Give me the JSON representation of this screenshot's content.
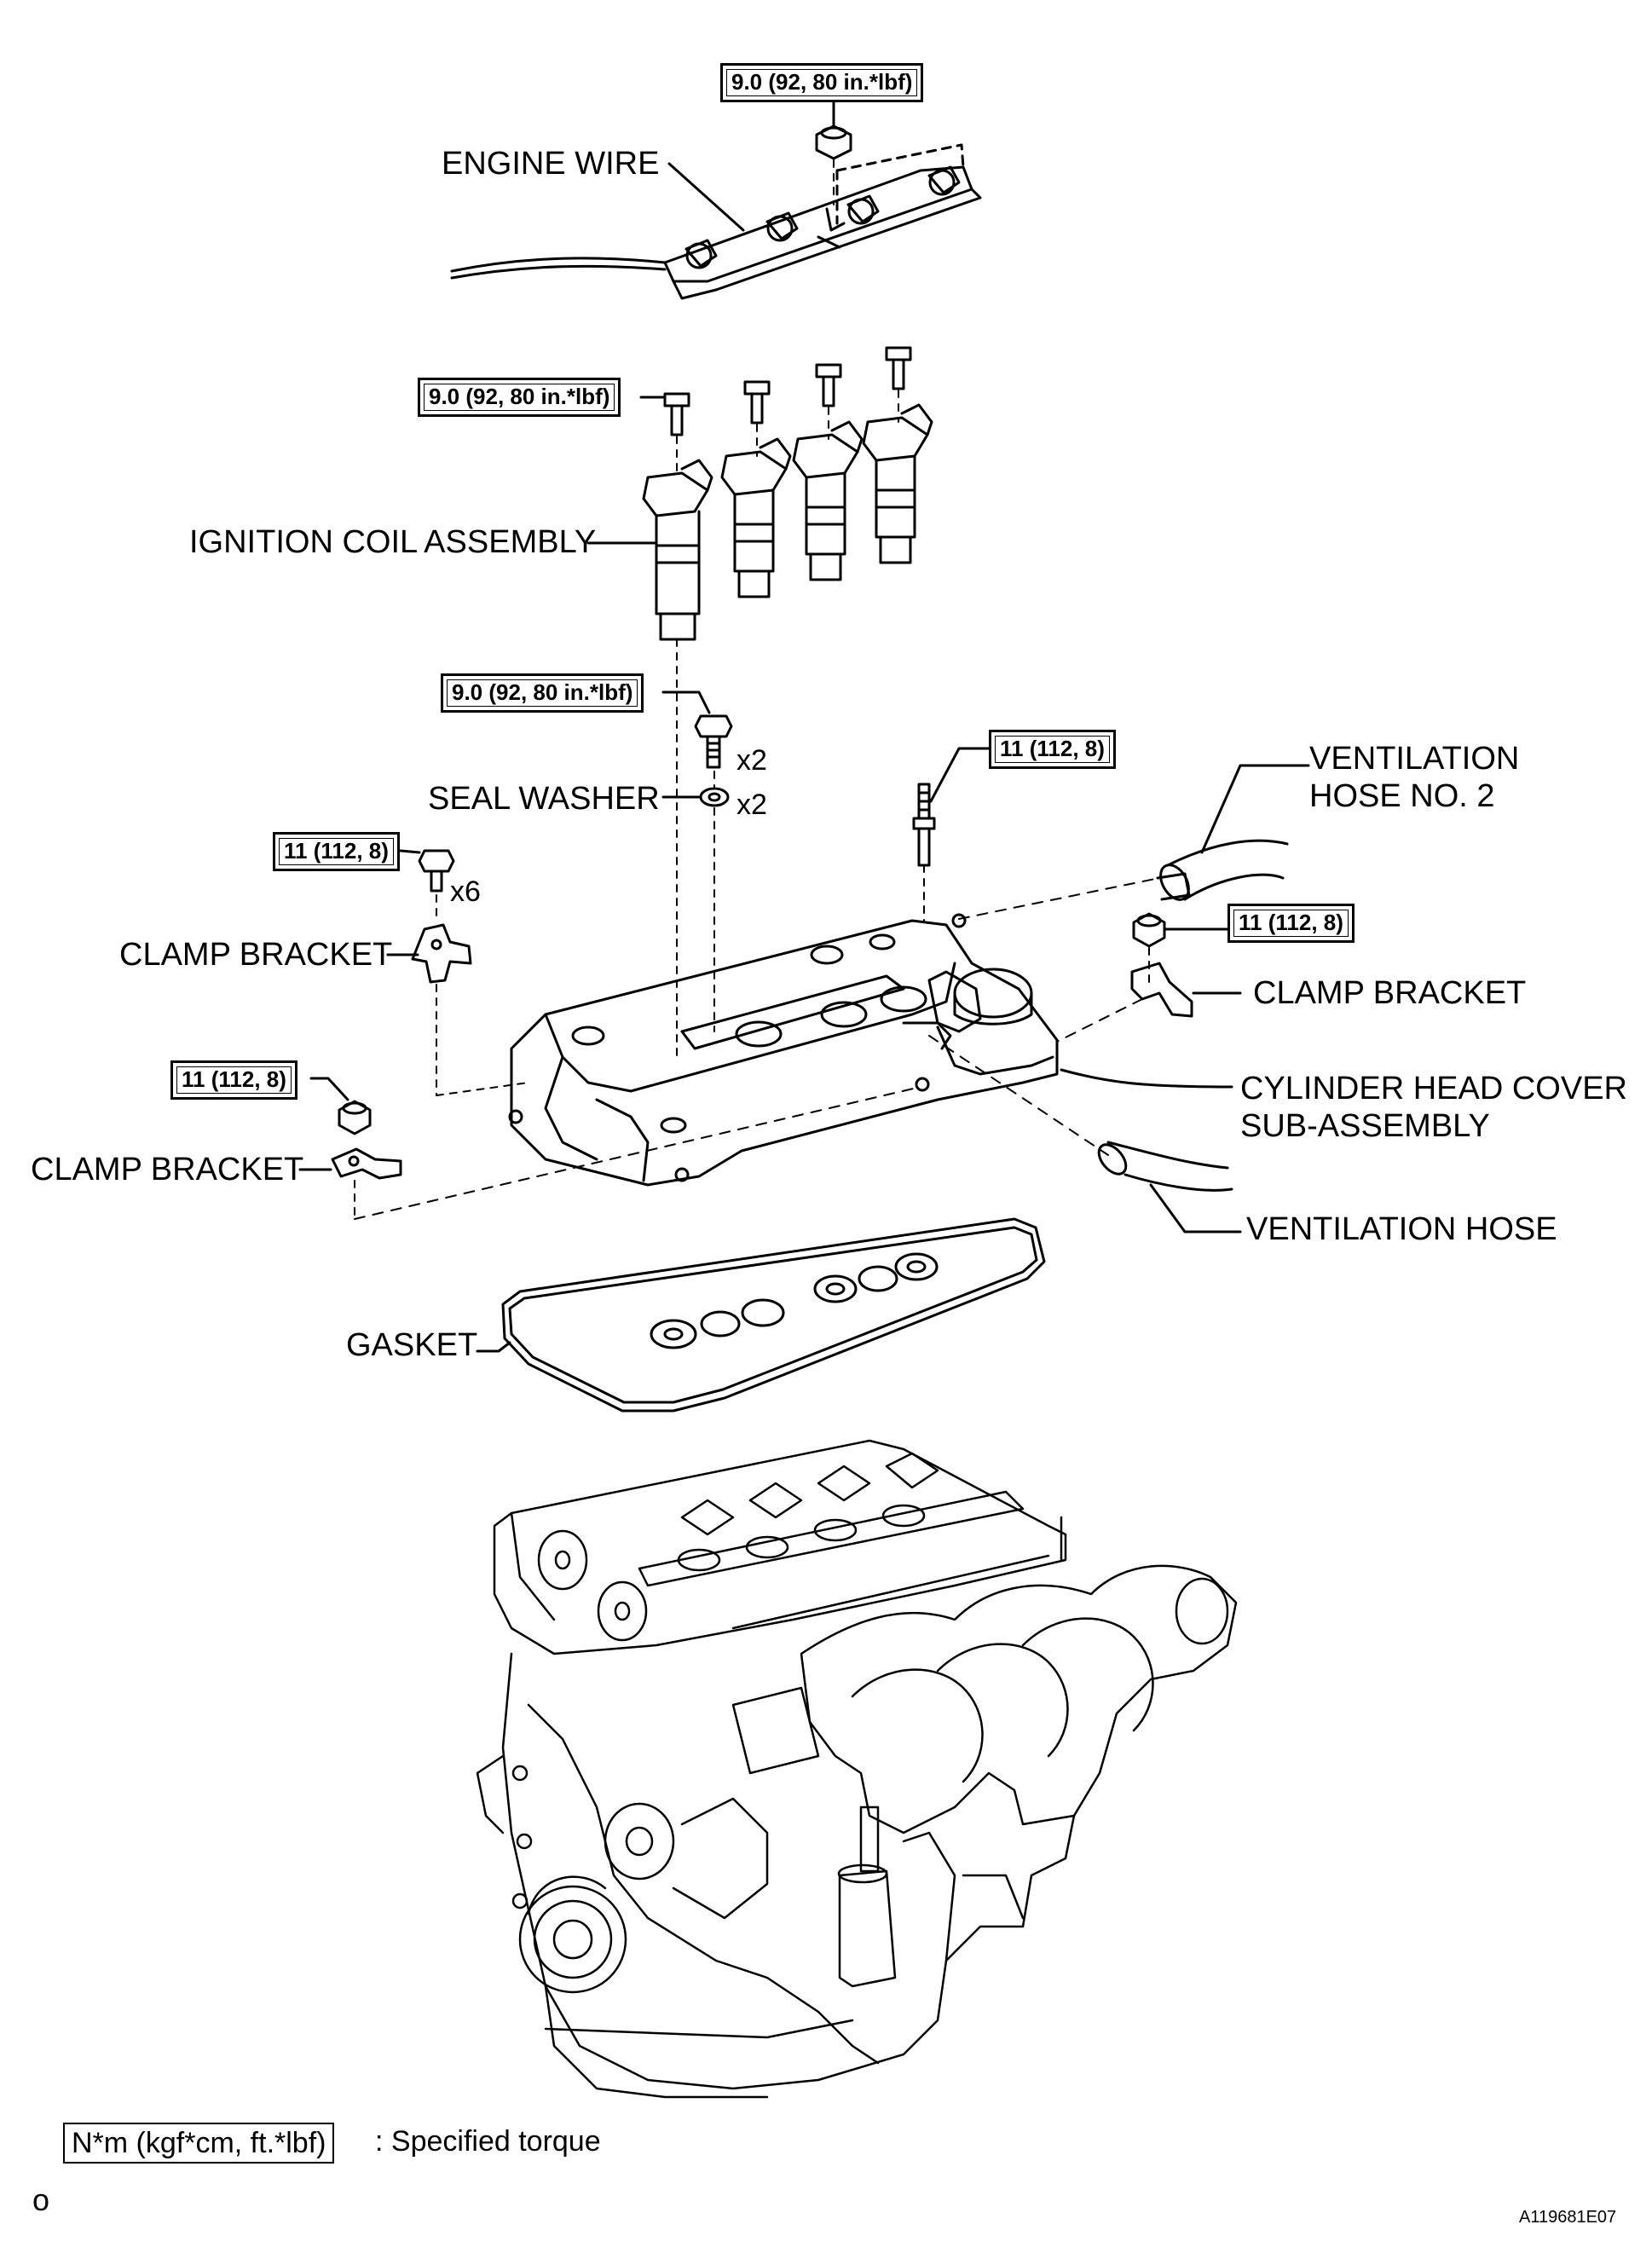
{
  "labels": {
    "engine_wire": "ENGINE WIRE",
    "ignition_coil": "IGNITION COIL ASSEMBLY",
    "seal_washer": "SEAL WASHER",
    "ventilation_hose_no2_line1": "VENTILATION",
    "ventilation_hose_no2_line2": "HOSE NO. 2",
    "clamp_bracket": "CLAMP BRACKET",
    "cylinder_head_cover_line1": "CYLINDER HEAD COVER",
    "cylinder_head_cover_line2": "SUB-ASSEMBLY",
    "ventilation_hose": "VENTILATION HOSE",
    "gasket": "GASKET"
  },
  "torque": {
    "engine_wire_nut": "9.0 (92, 80 in.*lbf)",
    "ignition_coil_bolt": "9.0 (92, 80 in.*lbf)",
    "cover_bolt": "9.0 (92, 80 in.*lbf)",
    "stud": "11 (112, 8)",
    "clamp_bolts": "11 (112, 8)",
    "clamp_nut_right": "11 (112, 8)",
    "clamp_nut_left": "11 (112, 8)"
  },
  "quantities": {
    "cover_bolt": "x2",
    "seal_washer": "x2",
    "clamp_bolts": "x6"
  },
  "legend": {
    "unit_box": "N*m (kgf*cm, ft.*lbf)",
    "meaning": ": Specified torque"
  },
  "corner_mark": "o",
  "figure_code": "A119681E07"
}
